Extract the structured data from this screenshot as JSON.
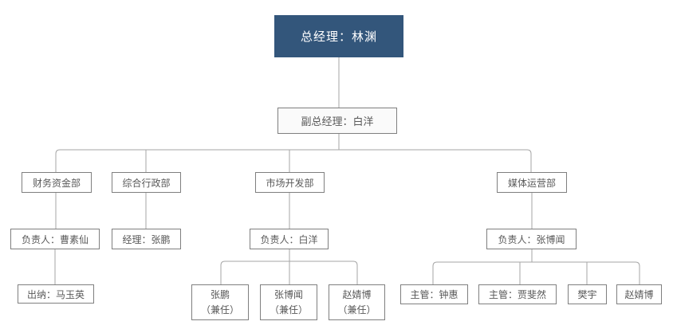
{
  "colors": {
    "root_fill": "#33567B",
    "root_text": "#ffffff",
    "box_border": "#7f7f7f",
    "box_fill": "#ffffff",
    "deputy_fill": "#fafafa",
    "text": "#595959",
    "connector_line": "#a6a6a6"
  },
  "org": {
    "general_manager": {
      "label": "总经理：林渊"
    },
    "deputy_general_manager": {
      "label": "副总经理：白洋"
    },
    "departments": {
      "finance": {
        "label": "财务资金部",
        "manager": {
          "label": "负责人：曹素仙"
        },
        "staff": [
          {
            "label": "出纳：马玉英"
          }
        ]
      },
      "admin": {
        "label": "综合行政部",
        "manager": {
          "label": "经理：张鹏"
        },
        "staff": []
      },
      "market": {
        "label": "市场开发部",
        "manager": {
          "label": "负责人：白洋"
        },
        "staff": [
          {
            "label": "张鹏",
            "sublabel": "（兼任）"
          },
          {
            "label": "张博闻",
            "sublabel": "（兼任）"
          },
          {
            "label": "赵婧博",
            "sublabel": "（兼任）"
          }
        ]
      },
      "media": {
        "label": "媒体运营部",
        "manager": {
          "label": "负责人：张博闻"
        },
        "staff": [
          {
            "label": "主管：钟惠"
          },
          {
            "label": "主管：贾斐然"
          },
          {
            "label": "樊宇"
          },
          {
            "label": "赵婧博"
          }
        ]
      }
    }
  }
}
